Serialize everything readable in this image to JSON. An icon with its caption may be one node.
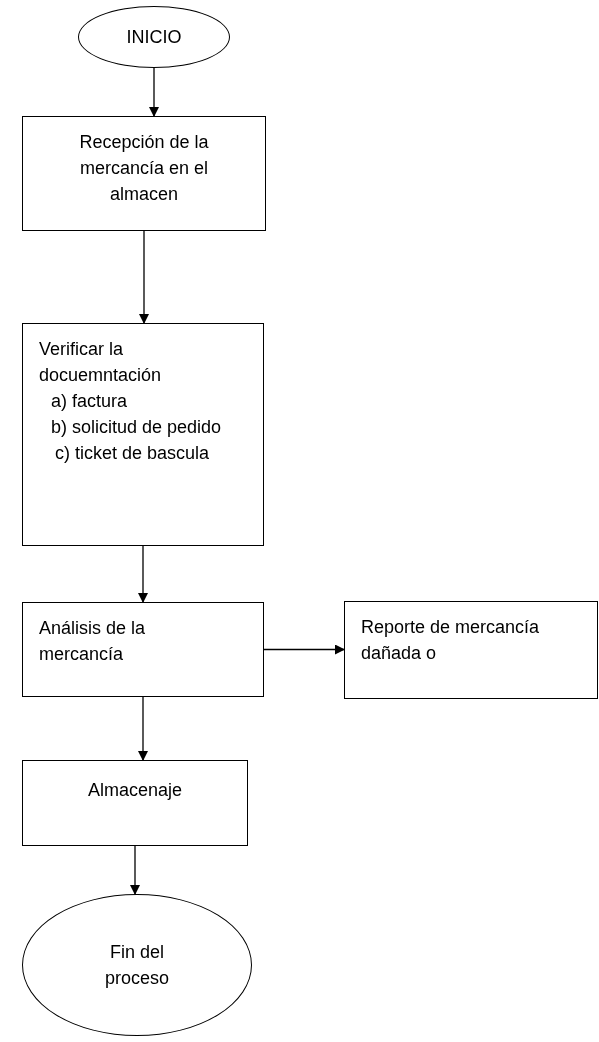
{
  "diagram": {
    "nodes": [
      {
        "text": [
          "INICIO"
        ]
      },
      {
        "text": [
          "Recepción de la mercancía en el almacen"
        ]
      },
      {
        "text": [
          "Verificar la docuemntación",
          "a) factura",
          "b) solicitud de pedido",
          "c) ticket de bascula"
        ]
      },
      {
        "text": [
          "Análisis de la mercancía"
        ]
      },
      {
        "text": [
          "Reporte de mercancía dañada o"
        ]
      },
      {
        "text": [
          "Almacenaje"
        ]
      },
      {
        "text": [
          "Fin del proceso"
        ]
      }
    ],
    "edges": [
      {
        "from": 0,
        "to": 1,
        "arrow": "to"
      },
      {
        "from": 1,
        "to": 2,
        "arrow": "to"
      },
      {
        "from": 2,
        "to": 3,
        "arrow": "to"
      },
      {
        "from": 3,
        "to": 4,
        "arrow": "to"
      },
      {
        "from": 3,
        "to": 5,
        "arrow": "to"
      },
      {
        "from": 5,
        "to": 6,
        "arrow": "to"
      }
    ]
  }
}
